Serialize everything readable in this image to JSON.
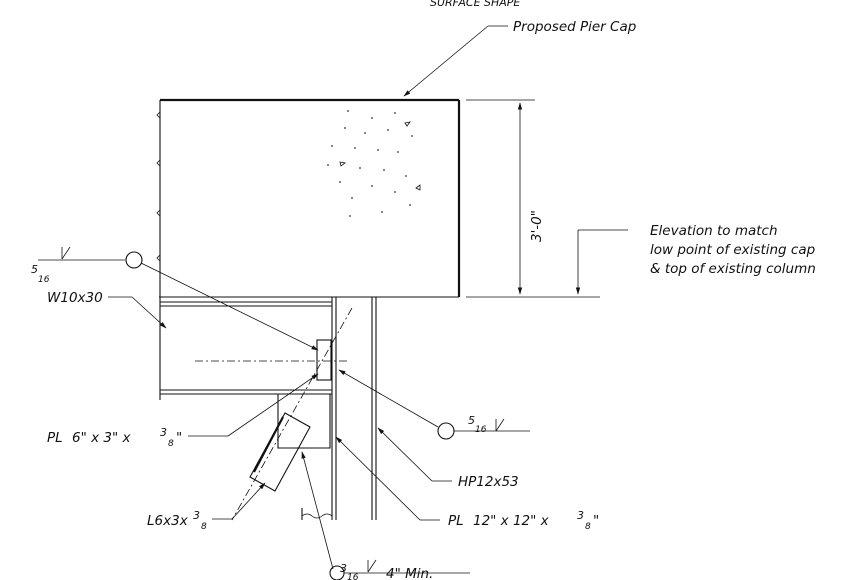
{
  "header": {
    "partial": "SURFACE SHAPE"
  },
  "labels": {
    "proposed_pier_cap": "Proposed Pier Cap",
    "cap_height": "3'-0\"",
    "elevation_1": "Elevation to match",
    "elevation_2": "low point of existing cap",
    "elevation_3": "& top of existing column",
    "beam": "W10x30",
    "plate_small": "6\" x 3\" x ",
    "plate_large": "12\" x 12\" x ",
    "angle": "L6x3x",
    "pile": "HP12x53",
    "min_length": "4\" Min."
  },
  "fractions": {
    "five_sixteenths_num": "5",
    "five_sixteenths_den": "16",
    "three_eighths_num": "3",
    "three_eighths_den": "8",
    "three_sixteenths_num": "3",
    "three_sixteenths_den": "16"
  },
  "symbols": {
    "plate": "PL"
  }
}
